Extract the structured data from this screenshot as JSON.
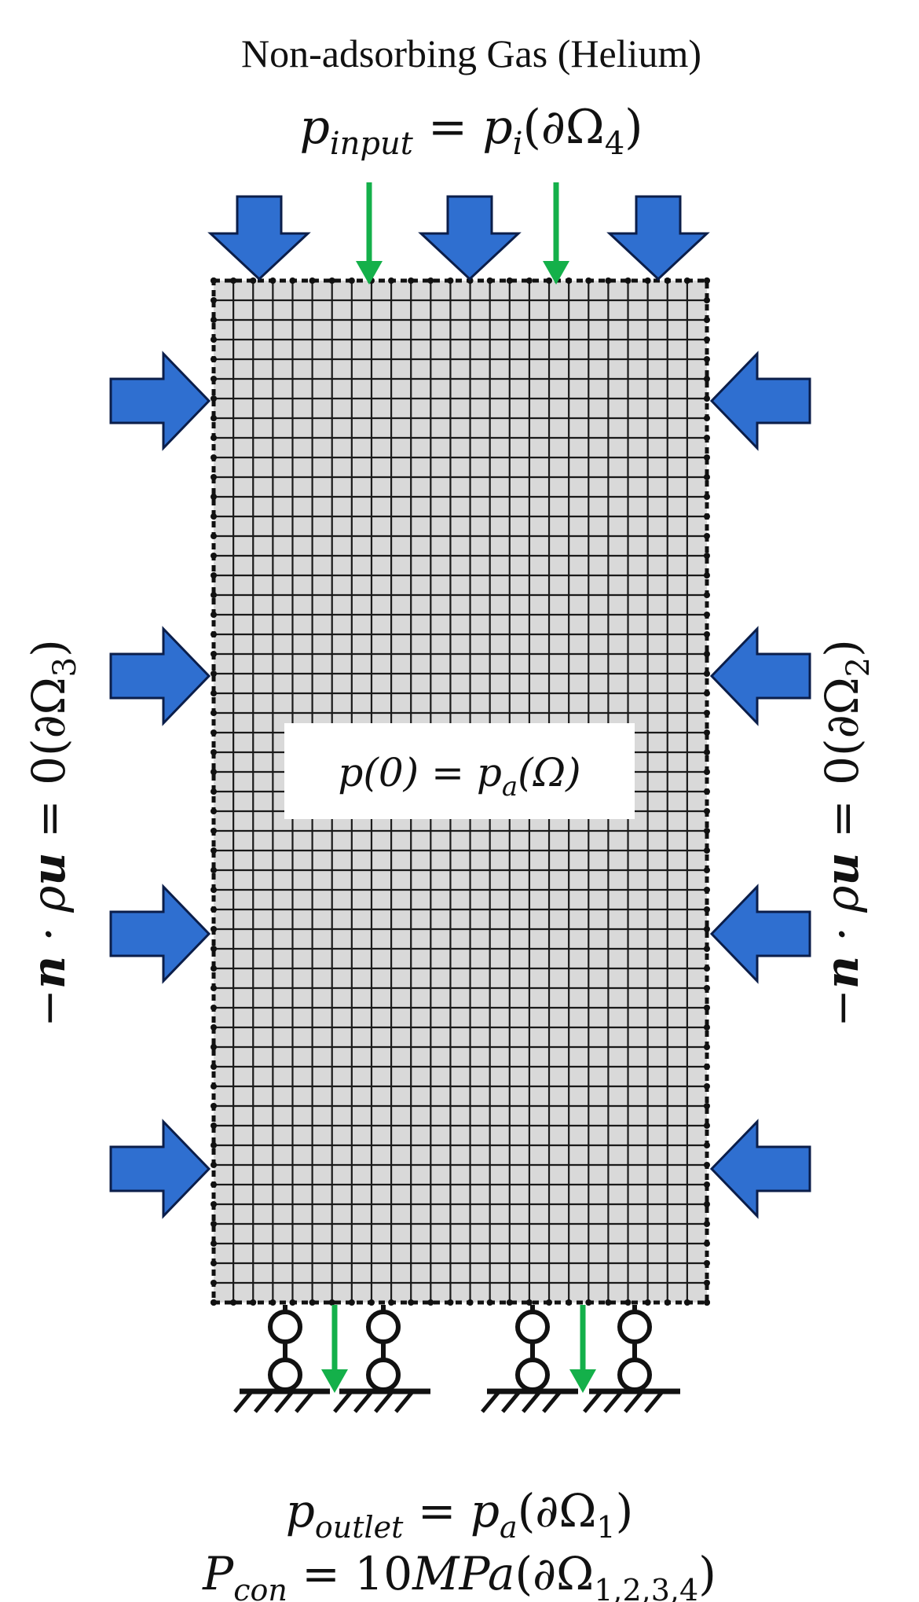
{
  "title": "Non-adsorbing  Gas (Helium)",
  "input_bc": {
    "lhs": "p",
    "lhs_sub": "input",
    "eq": " = ",
    "rhs": "p",
    "rhs_sub": "i",
    "boundary_open": "(∂Ω",
    "boundary_sub": "4",
    "boundary_close": ")"
  },
  "initial_condition": {
    "label": "p(0) = p",
    "sub": "a",
    "domain": "(Ω)"
  },
  "left_bc": {
    "minus": "−",
    "n": "n",
    "dot": " · ρ",
    "u": "u",
    "eq": " = 0(∂Ω",
    "sub": "3",
    "close": ")"
  },
  "right_bc": {
    "minus": "−",
    "n": "n",
    "dot": " · ρ",
    "u": "u",
    "eq": " = 0(∂Ω",
    "sub": "2",
    "close": ")"
  },
  "outlet_bc": {
    "lhs": "p",
    "lhs_sub": "outlet",
    "eq": " = ",
    "rhs": "p",
    "rhs_sub": "a",
    "boundary_open": "(∂Ω",
    "boundary_sub": "1",
    "boundary_close": ")"
  },
  "confining_bc": {
    "lhs": "P",
    "lhs_sub": "con",
    "eq": " = 10",
    "rhs": "MPa",
    "boundary_open": "(∂Ω",
    "boundary_sub": "1,2,3,4",
    "boundary_close": ")"
  },
  "colors": {
    "load_arrow": "#2f6fd0",
    "load_arrow_stroke": "#0b1e4a",
    "flow_arrow": "#14b04a",
    "mesh_fill": "#d9d9d9",
    "mesh_line": "#1a1a1a"
  },
  "icons": [
    "load-arrow-icon",
    "flow-arrow-icon",
    "roller-support-icon",
    "ground-hatch-icon"
  ]
}
